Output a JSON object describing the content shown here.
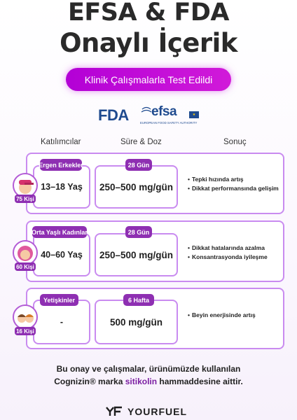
{
  "header": {
    "title_line1": "EFSA & FDA",
    "title_line2": "Onaylı İçerik",
    "badge": "Klinik Çalışmalarla Test Edildi"
  },
  "logos": {
    "fda": "FDA",
    "efsa": "efsa",
    "efsa_sub": "EUROPEAN FOOD SAFETY AUTHORITY"
  },
  "columns": [
    "Katılımcılar",
    "Süre & Doz",
    "Sonuç"
  ],
  "rows": [
    {
      "group": "Ergen Erkekler",
      "age": "13–18 Yaş",
      "count": "75 Kişi",
      "duration": "28 Gün",
      "dose": "250–500 mg/gün",
      "results": [
        "Tepki hızında artış",
        "Dikkat performansında gelişim"
      ]
    },
    {
      "group": "Orta Yaşlı Kadınlar",
      "age": "40–60 Yaş",
      "count": "60 Kişi",
      "duration": "28 Gün",
      "dose": "250–500 mg/gün",
      "results": [
        "Dikkat hatalarında azalma",
        "Konsantrasyonda iyileşme"
      ]
    },
    {
      "group": "Yetişkinler",
      "age": "-",
      "count": "16 Kişi",
      "duration": "6 Hafta",
      "dose": "500 mg/gün",
      "results": [
        "Beyin enerjisinde artış"
      ]
    }
  ],
  "footer": {
    "line1": "Bu onay ve çalışmalar, ürünümüzde kullanılan",
    "brand_name": "Cognizin®",
    "middle": " marka ",
    "ingredient": "sitikolin",
    "end": " hammaddesine aittir."
  },
  "brand": "YOURFUEL",
  "colors": {
    "accent": "#8e2fb2",
    "border": "#c98bf0",
    "badge": "#c40fd8",
    "logo_blue": "#1f4b8f"
  }
}
